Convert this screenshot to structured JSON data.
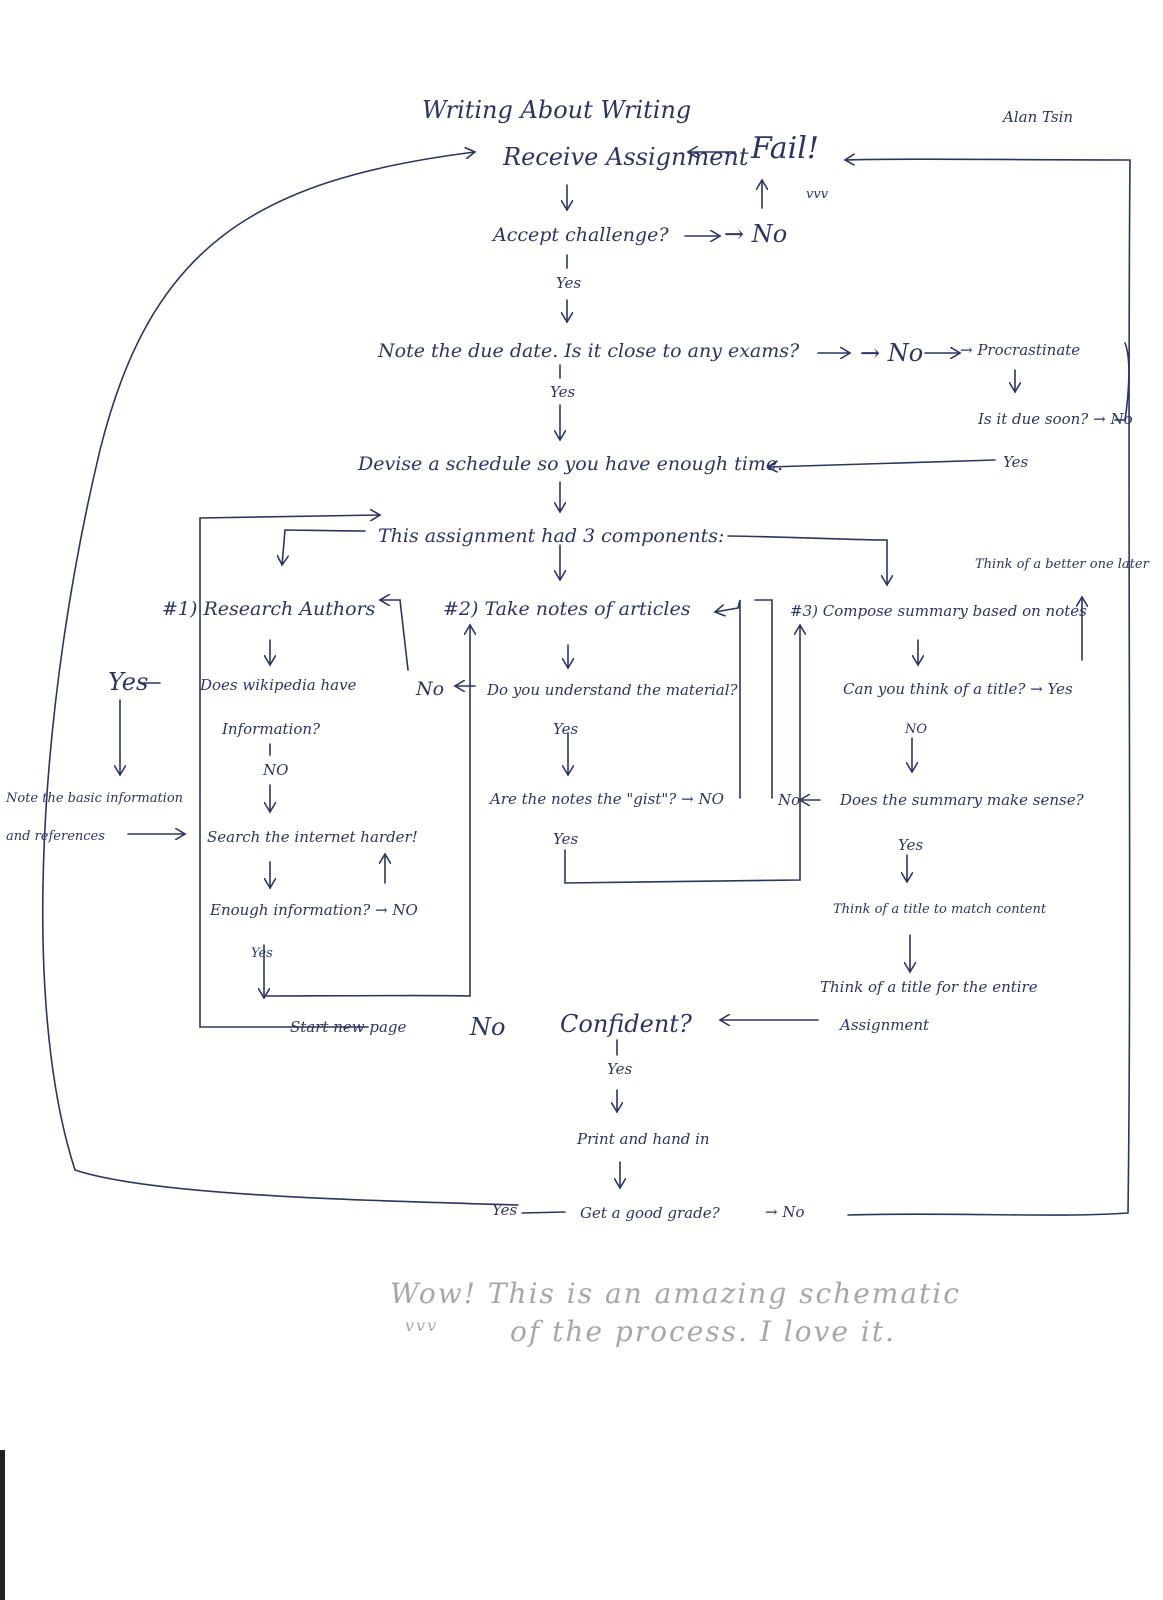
{
  "title": "Writing About Writing",
  "author": "Alan Tsin",
  "nodes": {
    "receive": "Receive Assignment",
    "fail": "Fail!",
    "fail_marks": "vvv",
    "accept": "Accept challenge?",
    "no1": "→ No",
    "yes1": "Yes",
    "due": "Note the due date. Is it close to any exams?",
    "no2": "→ No",
    "procrastinate": "→ Procrastinate",
    "soon": "Is it due soon? → No",
    "yes_soon": "Yes",
    "yes2": "Yes",
    "schedule": "Devise a schedule so you have enough time.",
    "components": "This assignment had 3 components:",
    "better_title": "Think of a better one later",
    "research": "#1) Research Authors",
    "notes": "#2) Take notes of articles",
    "compose": "#3) Compose summary based on notes",
    "wiki_yes": "Yes",
    "wiki": "Does wikipedia have",
    "wiki2": "Information?",
    "wiki_no": "NO",
    "note_basic": "Note the basic information",
    "note_basic2": "and references",
    "search": "Search the internet harder!",
    "enough": "Enough information? → NO",
    "enough_yes": "Yes",
    "understand_no": "No",
    "understand": "Do you understand the material?",
    "understand_yes": "Yes",
    "gist": "Are the notes the \"gist\"? → NO",
    "gist_yes": "Yes",
    "title_q": "Can you think of a title? → Yes",
    "title_no": "NO",
    "sense_no": "No",
    "sense": "Does the summary make sense?",
    "sense_yes": "Yes",
    "title_content": "Think of a title to match content",
    "title_entire": "Think of a title for the entire",
    "title_entire2": "Assignment",
    "start_new": "Start new page",
    "confident_no": "No",
    "confident": "Confident?",
    "confident_yes": "Yes",
    "print": "Print and hand in",
    "grade_yes": "Yes",
    "grade": "Get a good grade?",
    "grade_no": "→ No"
  },
  "comment": {
    "line1": "Wow! This is an amazing schematic",
    "line2": "of the process. I love it.",
    "marks": "vvv"
  },
  "colors": {
    "ink": "#2b3565",
    "pencil": "#a7a7a7"
  }
}
